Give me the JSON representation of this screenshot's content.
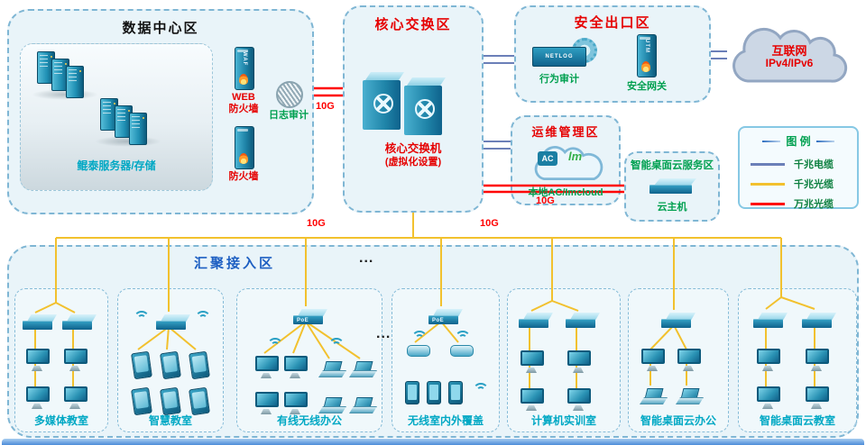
{
  "zones": {
    "datacenter": {
      "title": "数据中心区",
      "server_label": "鲲泰服务器/存储",
      "waf_text": "WAF",
      "web_fw_label_line1": "WEB",
      "web_fw_label_line2": "防火墙",
      "log_audit_label": "日志审计",
      "firewall_label": "防火墙"
    },
    "core": {
      "title": "核心交换区",
      "switch_label_line1": "核心交换机",
      "switch_label_line2": "(虚拟化设置)"
    },
    "security": {
      "title": "安全出口区",
      "netlog_text": "NETLOG",
      "behavior_audit_label": "行为审计",
      "utm_text": "UTM",
      "gateway_label": "安全网关"
    },
    "internet": {
      "name_line1": "互联网",
      "name_line2": "IPv4/IPv6"
    },
    "ops": {
      "title": "运维管理区",
      "ac_text": "AC",
      "imc_text": "lm",
      "device_label": "本地AC/Imcloud"
    },
    "desktop_cloud": {
      "title": "智能桌面云服务区",
      "device_label": "云主机"
    },
    "aggregation": {
      "title": "汇聚接入区",
      "ellipsis_top": "...",
      "ellipsis_mid": "...",
      "poe_text": "PoE",
      "rooms": [
        {
          "label": "多媒体教室"
        },
        {
          "label": "智慧教室"
        },
        {
          "label": "有线无线办公"
        },
        {
          "label": "无线室内外覆盖"
        },
        {
          "label": "计算机实训室"
        },
        {
          "label": "智能桌面云办公"
        },
        {
          "label": "智能桌面云教室"
        }
      ]
    }
  },
  "legend": {
    "title": "图 例",
    "items": [
      {
        "label": "千兆电缆",
        "color": "#6b7fb8"
      },
      {
        "label": "千兆光缆",
        "color": "#f2c12e"
      },
      {
        "label": "万兆光缆",
        "color": "#ff0000"
      }
    ]
  },
  "links": {
    "ten_gig_label": "10G"
  }
}
